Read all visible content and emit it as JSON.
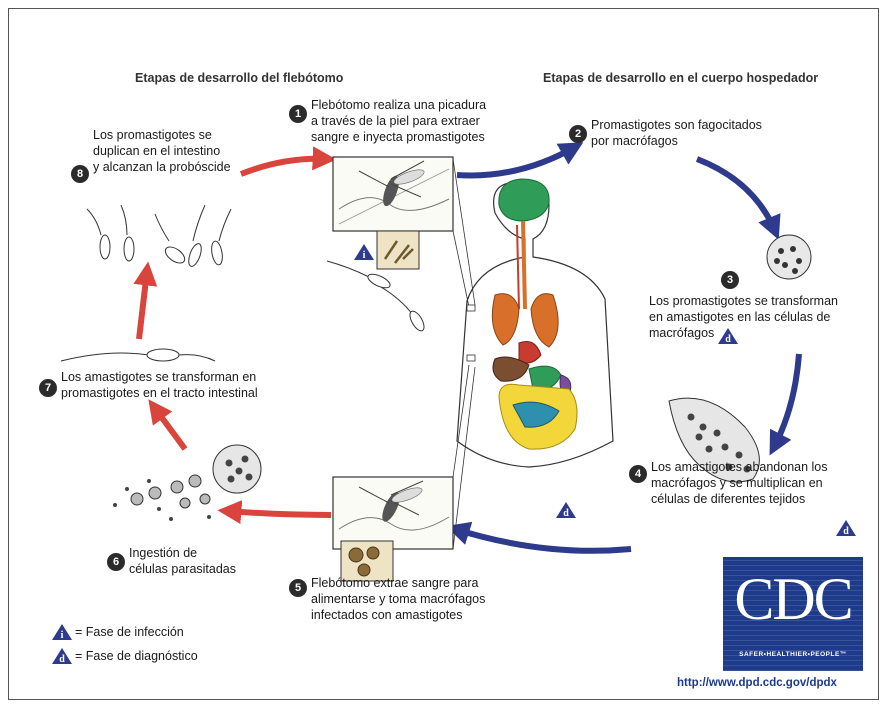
{
  "headings": {
    "vector": "Etapas de desarrollo del flebótomo",
    "host": "Etapas de desarrollo en el cuerpo hospedador"
  },
  "steps": [
    {
      "number": "1",
      "lines": [
        "Flebótomo realiza una picadura",
        "a través de la piel para extraer",
        "sangre e inyecta promastigotes"
      ],
      "marker": "i"
    },
    {
      "number": "2",
      "lines": [
        "Promastigotes son fagocitados",
        "por macrófagos"
      ]
    },
    {
      "number": "3",
      "lines": [
        "Los promastigotes se transforman",
        "en amastigotes en las células de",
        "macrófagos"
      ],
      "marker": "d"
    },
    {
      "number": "4",
      "lines": [
        "Los amastigotes abandonan los",
        "macrófagos y se multiplican en",
        "células de diferentes tejidos"
      ],
      "marker": "d"
    },
    {
      "number": "5",
      "lines": [
        "Flebótomo extrae sangre para",
        "alimentarse y toma macrófagos",
        "infectados con amastigotes"
      ]
    },
    {
      "number": "6",
      "lines": [
        "Ingestión de",
        "células parasitadas"
      ]
    },
    {
      "number": "7",
      "lines": [
        "Los amastigotes se transforman en",
        "promastigotes en el tracto intestinal"
      ]
    },
    {
      "number": "8",
      "lines": [
        "Los promastigotes se",
        "duplican en el intestino",
        "y alcanzan la probóscide"
      ]
    }
  ],
  "body_marker": "d",
  "legend": [
    {
      "symbol": "i",
      "label": "= Fase de infección"
    },
    {
      "symbol": "d",
      "label": "= Fase de diagnóstico"
    }
  ],
  "logo": {
    "text": "CDC",
    "tagline": "SAFER•HEALTHIER•PEOPLE™"
  },
  "url": "http://www.dpd.cdc.gov/dpdx",
  "colors": {
    "vector_arrow": "#d9443c",
    "host_arrow": "#2e3a8c",
    "marker": "#2e3a8c",
    "logo_bg": "#1e3a8a"
  }
}
